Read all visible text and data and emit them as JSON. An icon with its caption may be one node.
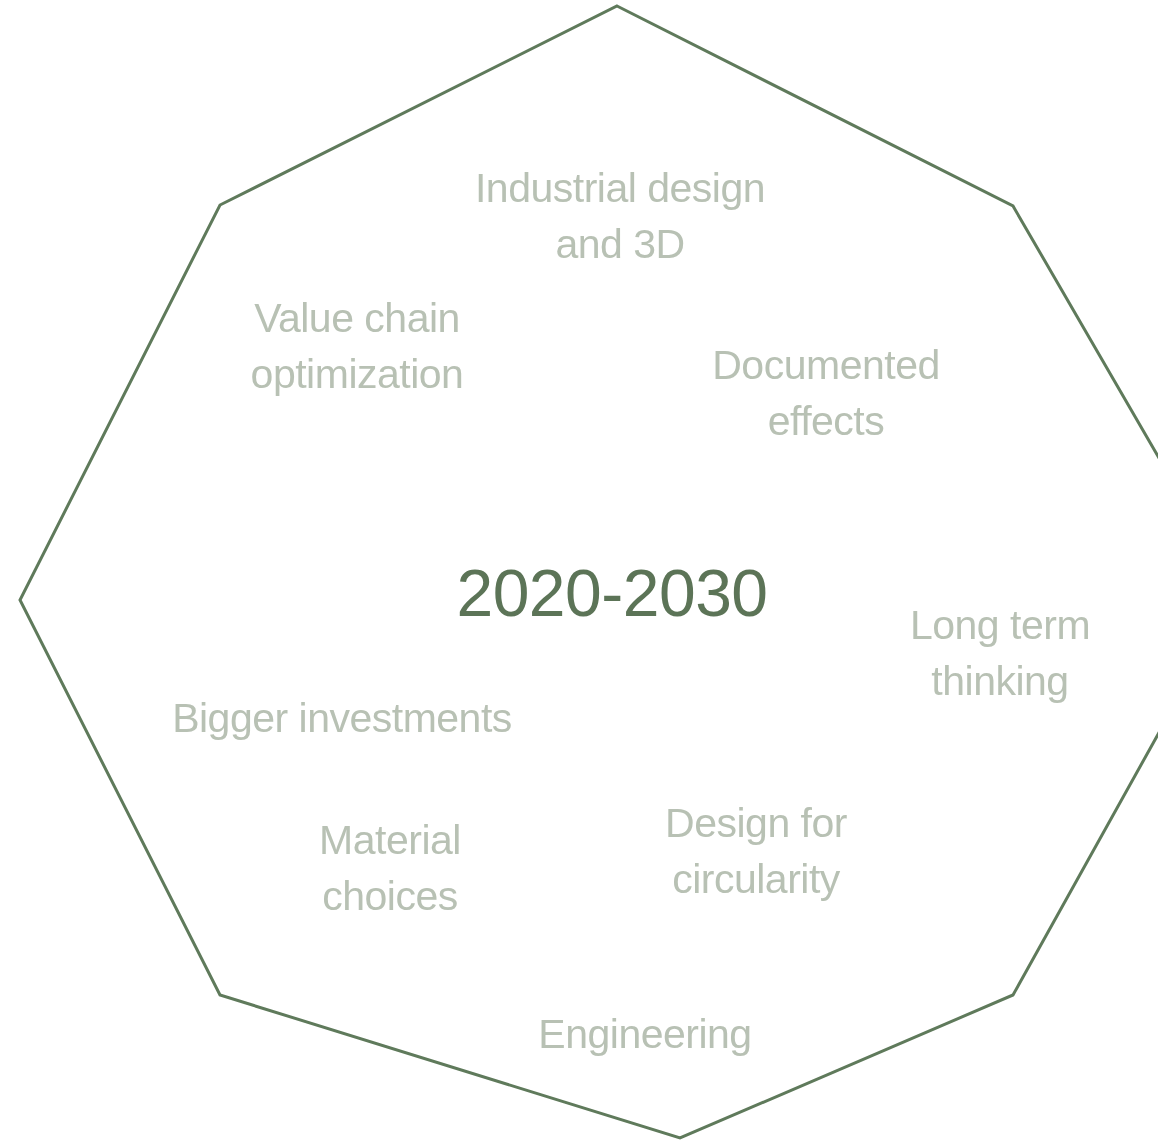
{
  "diagram": {
    "nodes": [
      {
        "text": [
          "Industrial design and 3D",
          "Value chain optimization",
          "Documented effects",
          "2020-2030",
          "Long term thinking",
          "Bigger investments",
          "Material choices",
          "Design for circularity",
          "Engineering"
        ]
      }
    ]
  }
}
